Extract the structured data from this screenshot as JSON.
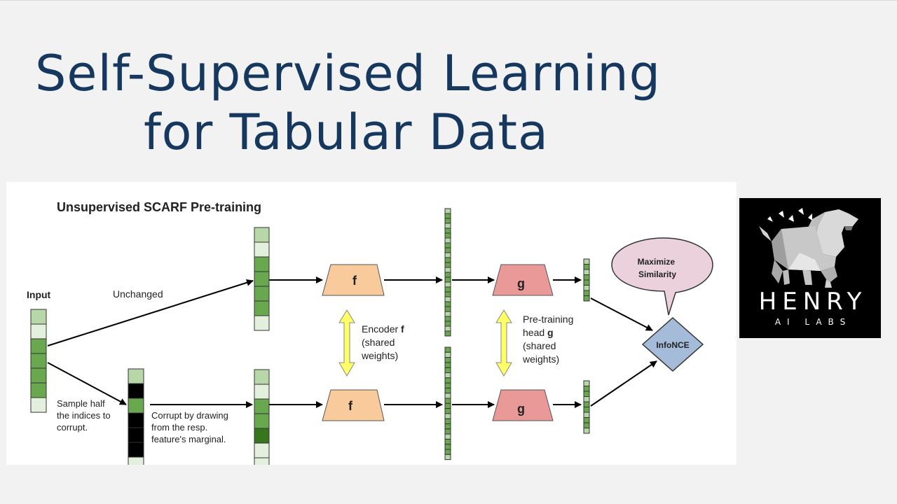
{
  "slide": {
    "title_line1": "Self-Supervised Learning",
    "title_line2": "for Tabular Data"
  },
  "diagram": {
    "heading": "Unsupervised SCARF Pre-training",
    "input_label": "Input",
    "unchanged_label": "Unchanged",
    "sample_label": [
      "Sample half",
      "the indices to",
      "corrupt."
    ],
    "corrupt_label": [
      "Corrupt by drawing",
      "from the resp.",
      "feature's marginal."
    ],
    "encoder_label": [
      "Encoder",
      "(shared",
      "weights)"
    ],
    "encoder_symbol": "f",
    "head_label": [
      "Pre-training",
      "head",
      "(shared",
      "weights)"
    ],
    "head_symbol": "g",
    "f_label": "f",
    "g_label": "g",
    "bubble_label": [
      "Maximize",
      "Similarity"
    ],
    "loss_label": "InfoNCE",
    "colors": {
      "light_green": "#b7d7a8",
      "mid_green": "#6aa84f",
      "dark_green": "#38761d",
      "pale_green": "#e4f0de",
      "encoder_fill": "#f9cb9c",
      "head_fill": "#ea9999",
      "yellow": "#ffff66",
      "bubble_fill": "#ead1dc",
      "loss_fill": "#a4bcd9"
    }
  },
  "logo": {
    "name": "HENRY",
    "sub": "AI LABS",
    "icon": "low-poly-dog-icon"
  }
}
